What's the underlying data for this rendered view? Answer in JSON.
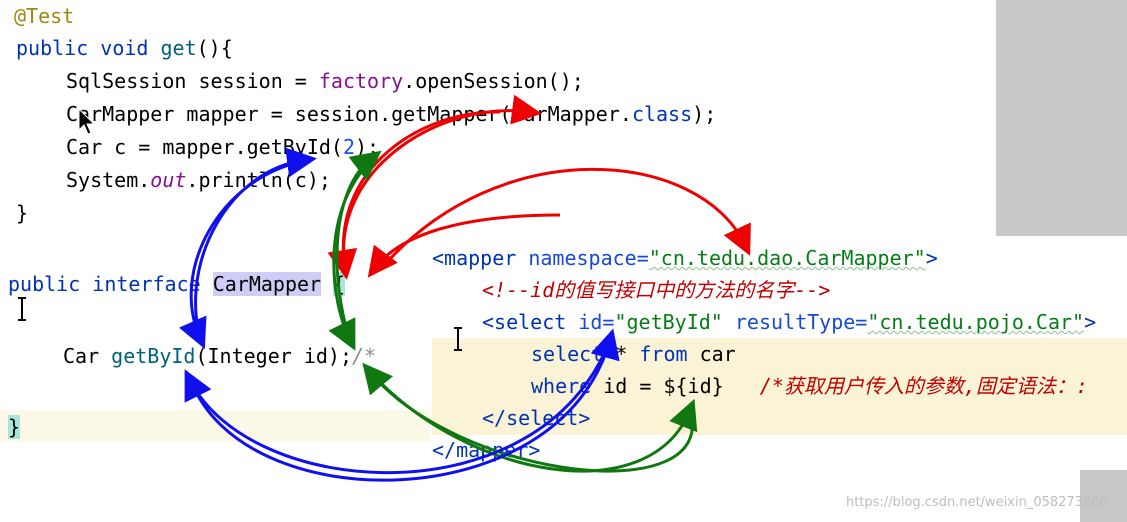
{
  "top_code": {
    "annotation": "@Test",
    "l1_kw": "public void ",
    "l1_fn": "get",
    "l1_rest": "(){",
    "l2_a": "SqlSession session = ",
    "l2_field": "factory",
    "l2_b": ".openSession();",
    "l3_a": "CarMapper mapper = session.getMapper(CarMapper.",
    "l3_kw": "class",
    "l3_b": ");",
    "l4_a": "Car c = mapper.getById(",
    "l4_num": "2",
    "l4_b": ");",
    "l5_a": "System.",
    "l5_field": "out",
    "l5_b": ".println(c);",
    "l6": "}"
  },
  "interface_code": {
    "kw": "public interface ",
    "name": "CarMapper",
    "brace": "{",
    "method_type": "Car ",
    "method_name": "getById",
    "method_args": "(Integer id);",
    "method_trail": "/*",
    "close": "}"
  },
  "xml_code": {
    "mapper_open": "<mapper ",
    "ns_attr": "namespace=",
    "ns_val": "\"cn.tedu.dao.CarMapper\"",
    "mapper_open_end": ">",
    "comment": "<!--id的值写接口中的方法的名字-->",
    "select_open": "<select ",
    "id_attr": "id=",
    "id_val": "\"getById\"",
    "rt_attr": " resultType=",
    "rt_val": "\"cn.tedu.pojo.Car\"",
    "select_open_end": ">",
    "sql1_kw": "select",
    "sql1_a": " * ",
    "sql1_kw2": "from",
    "sql1_b": " car",
    "sql2_kw": "where",
    "sql2_b": " id = ${id}",
    "sql2_cmt": "/*获取用户传入的参数,固定语法：:",
    "select_close": "</select>",
    "mapper_close": "</mapper>"
  },
  "watermark": "https://blog.csdn.net/weixin_058273866",
  "colors": {
    "arrow_red": "#ee0000",
    "arrow_green": "#117711",
    "arrow_blue": "#1010ee"
  }
}
